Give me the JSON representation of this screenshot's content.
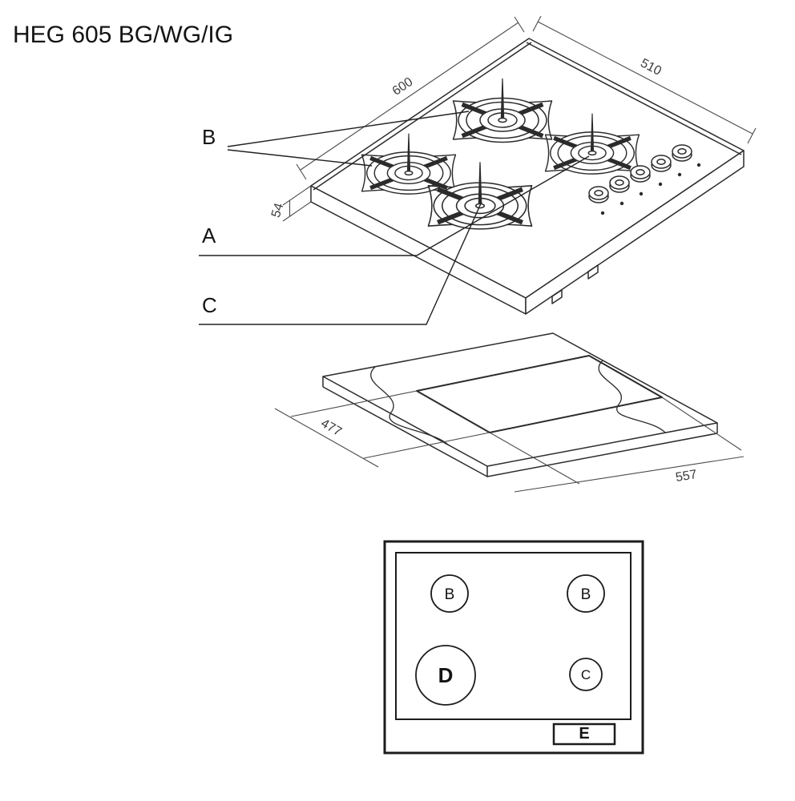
{
  "title": "HEG 605 BG/WG/IG",
  "isometric_view": {
    "dimensions": {
      "width_mm": "600",
      "depth_mm": "510",
      "height_mm": "54"
    },
    "callouts": {
      "burner_b": "B",
      "burner_a": "A",
      "burner_c": "C"
    }
  },
  "installation_cutout": {
    "dimensions": {
      "depth_mm": "477",
      "width_mm": "557"
    }
  },
  "burner_layout": {
    "top_left": "B",
    "top_right": "B",
    "bottom_left": "D",
    "bottom_right": "C",
    "controls": "E"
  },
  "colors": {
    "line": "#2b2b2b",
    "dimension_text": "#3c3c3c",
    "background": "#ffffff"
  }
}
